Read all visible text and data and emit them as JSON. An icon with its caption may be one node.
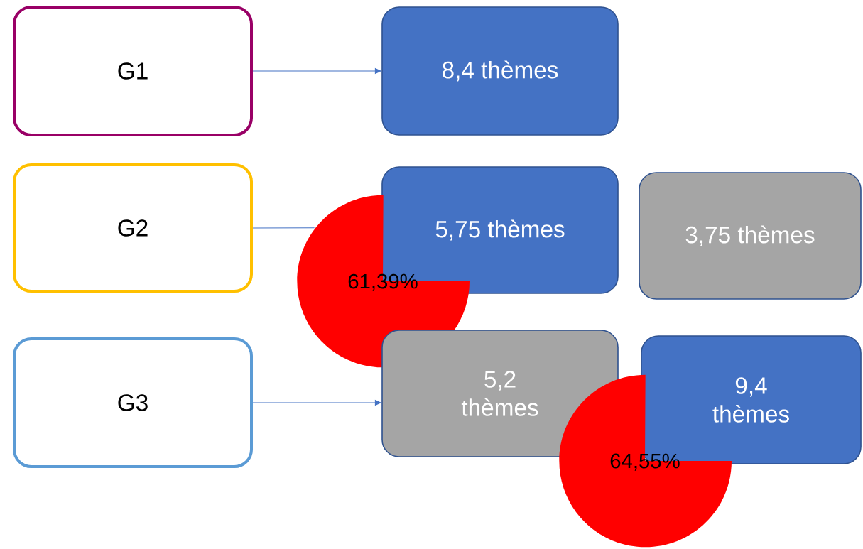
{
  "diagram": {
    "nodes": [
      {
        "text": [
          "G1"
        ]
      },
      {
        "text": [
          "G2"
        ]
      },
      {
        "text": [
          "G3"
        ]
      },
      {
        "text": [
          "8,4 thèmes"
        ]
      },
      {
        "text": [
          "5,75 thèmes"
        ]
      },
      {
        "text": [
          "3,75 thèmes"
        ]
      },
      {
        "text": [
          "5,2 thèmes"
        ]
      },
      {
        "text": [
          "9,4 thèmes"
        ]
      },
      {
        "text": [
          "61,39%"
        ]
      },
      {
        "text": [
          "64,55%"
        ]
      }
    ],
    "edges": [
      {
        "from": 0,
        "to": 3,
        "arrow": "to"
      },
      {
        "from": 1,
        "to": 8,
        "arrow": "none"
      },
      {
        "from": 2,
        "to": 6,
        "arrow": "to"
      }
    ]
  }
}
